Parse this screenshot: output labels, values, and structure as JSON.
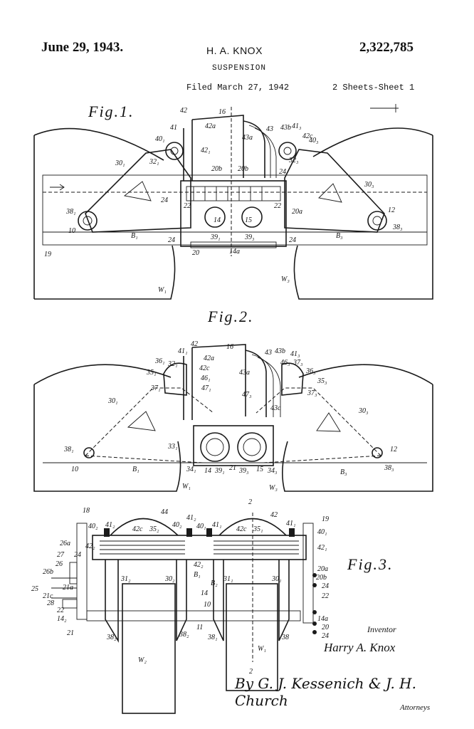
{
  "header": {
    "date": "June 29, 1943.",
    "inventor_name": "H. A. KNOX",
    "patent_number": "2,322,785",
    "title": "SUSPENSION",
    "filed": "Filed March 27, 1942",
    "sheets": "2 Sheets-Sheet 1"
  },
  "figures": {
    "fig1": "Fig.1.",
    "fig2": "Fig.2.",
    "fig3": "Fig.3."
  },
  "footer": {
    "inventor_caption": "Inventor",
    "inventor_signature": "Harry A. Knox",
    "attorney_signature": "By G. J. Kessenich & J. H. Church",
    "attorneys_caption": "Attorneys"
  }
}
